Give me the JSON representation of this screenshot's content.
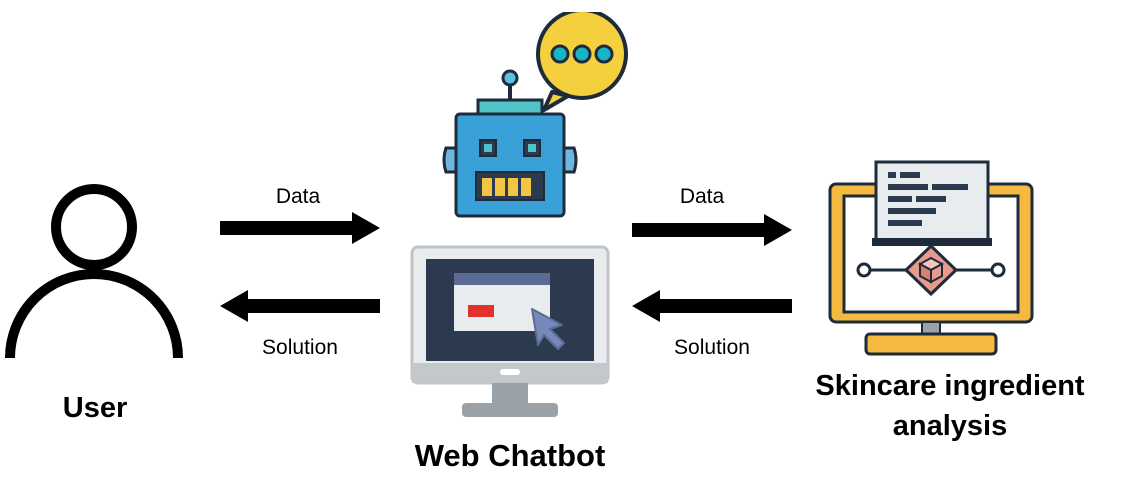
{
  "nodes": {
    "user": {
      "label": "User",
      "icon": "user-icon"
    },
    "chatbot": {
      "label": "Web Chatbot",
      "icon": "robot-icon",
      "screen_icon": "monitor-cursor-icon",
      "bubble_icon": "speech-bubble-icon"
    },
    "analysis": {
      "label_line1": "Skincare ingredient",
      "label_line2": "analysis",
      "icon": "monitor-analysis-icon"
    }
  },
  "edges": [
    {
      "from": "User",
      "to": "Web Chatbot",
      "label": "Data"
    },
    {
      "from": "Web Chatbot",
      "to": "User",
      "label": "Solution"
    },
    {
      "from": "Web Chatbot",
      "to": "Skincare ingredient analysis",
      "label": "Data"
    },
    {
      "from": "Skincare ingredient analysis",
      "to": "Web Chatbot",
      "label": "Solution"
    }
  ],
  "colors": {
    "arrow": "#000000",
    "robot_body": "#3aa0d8",
    "robot_teeth": "#f4c542",
    "bubble": "#f4d03f",
    "bubble_dots": "#18b4c4",
    "monitor_dark": "#2b3a4e",
    "monitor_stand": "#bfc4c8",
    "analysis_frame": "#f5b841",
    "analysis_accent": "#e89a8d"
  }
}
